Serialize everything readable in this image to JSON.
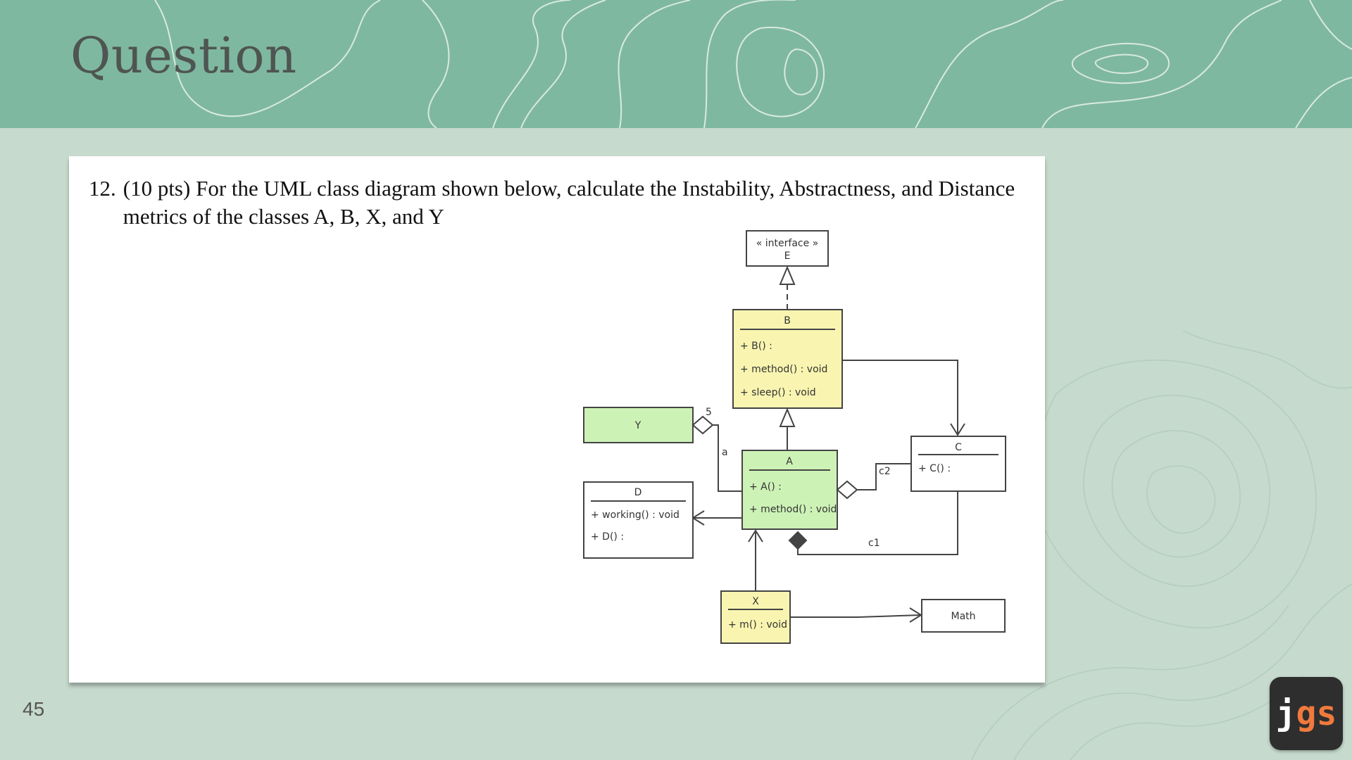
{
  "slide": {
    "title": "Question",
    "page_number": "45"
  },
  "question": {
    "number": "12.",
    "text": "(10 pts) For the UML class diagram shown below, calculate the Instability, Abstractness, and Distance metrics of the classes A, B, X, and Y"
  },
  "diagram": {
    "interface_e": {
      "stereotype": "« interface »",
      "name": "E"
    },
    "class_b": {
      "name": "B",
      "members": [
        "+ B() :",
        "+ method() : void",
        "+ sleep() : void"
      ]
    },
    "class_y": {
      "name": "Y"
    },
    "class_a": {
      "name": "A",
      "members": [
        "+ A() :",
        "+ method() : void"
      ]
    },
    "class_c": {
      "name": "C",
      "members": [
        "+ C() :"
      ]
    },
    "class_d": {
      "name": "D",
      "members": [
        "+ working() : void",
        "+ D() :"
      ]
    },
    "class_x": {
      "name": "X",
      "members": [
        "+ m() : void"
      ]
    },
    "class_math": {
      "name": "Math"
    },
    "labels": {
      "multiplicity": "5",
      "role_a": "a",
      "role_c2": "c2",
      "role_c1": "c1"
    },
    "colors": {
      "yellow": "#f9f5b0",
      "green": "#cdf2b6",
      "stroke": "#444444"
    }
  },
  "logo": {
    "j": "j",
    "gs": "gs"
  }
}
